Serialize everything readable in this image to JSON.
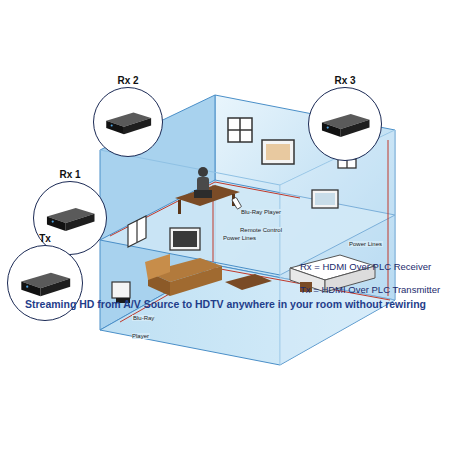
{
  "diagram": {
    "caption": "Streaming HD from A/V Source to HDTV anywhere in your room without rewiring",
    "nodes": [
      {
        "text": [
          "Rx 2"
        ]
      },
      {
        "text": [
          "Rx 3"
        ]
      },
      {
        "text": [
          "Rx 1"
        ]
      },
      {
        "text": [
          "Tx"
        ]
      }
    ],
    "labels": [
      "Blu-Ray Player Remote Control",
      "Power Lines",
      "Blu-Ray Player",
      "Power Lines",
      "Rx = HDMI Over PLC Receiver",
      "Tx = HDMI Over PLC Transmitter"
    ]
  }
}
